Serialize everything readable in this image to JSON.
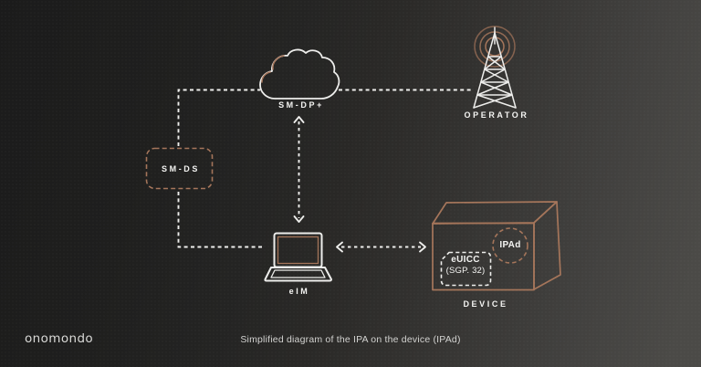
{
  "colors": {
    "copper": "#A5755A",
    "line_white": "#EDEDEB",
    "label_white": "#F4F4F2",
    "caption_gray": "#D2D2D0",
    "background_dark": "#1B1B1B",
    "background_light": "#4B4A47"
  },
  "nodes": {
    "sm_dp": {
      "label": "SM-DP+",
      "icon": "cloud-icon"
    },
    "operator": {
      "label": "OPERATOR",
      "icon": "radio-tower-icon"
    },
    "sm_ds": {
      "label": "SM-DS",
      "icon": "dashed-rounded-box"
    },
    "eim": {
      "label": "eIM",
      "icon": "laptop-icon"
    },
    "device": {
      "label": "DEVICE",
      "icon": "wireframe-box-icon",
      "ipad": {
        "label": "IPAd",
        "icon": "dashed-circle"
      },
      "euicc": {
        "label": "eUICC",
        "sublabel": "(SGP. 32)",
        "icon": "sim-card-shape"
      }
    }
  },
  "connections": [
    {
      "from": "SM-DS",
      "to": "SM-DP+",
      "style": "dashed-elbow",
      "arrows": "none"
    },
    {
      "from": "SM-DS",
      "to": "eIM",
      "style": "dashed-elbow",
      "arrows": "none"
    },
    {
      "from": "SM-DP+",
      "to": "OPERATOR",
      "style": "dashed-line",
      "arrows": "none"
    },
    {
      "from": "SM-DP+",
      "to": "eIM",
      "style": "dashed-line",
      "arrows": "both"
    },
    {
      "from": "eIM",
      "to": "DEVICE",
      "style": "dashed-line",
      "arrows": "both"
    }
  ],
  "footer": {
    "logo": "onomondo",
    "caption": "Simplified diagram of the IPA on the device (IPAd)"
  }
}
